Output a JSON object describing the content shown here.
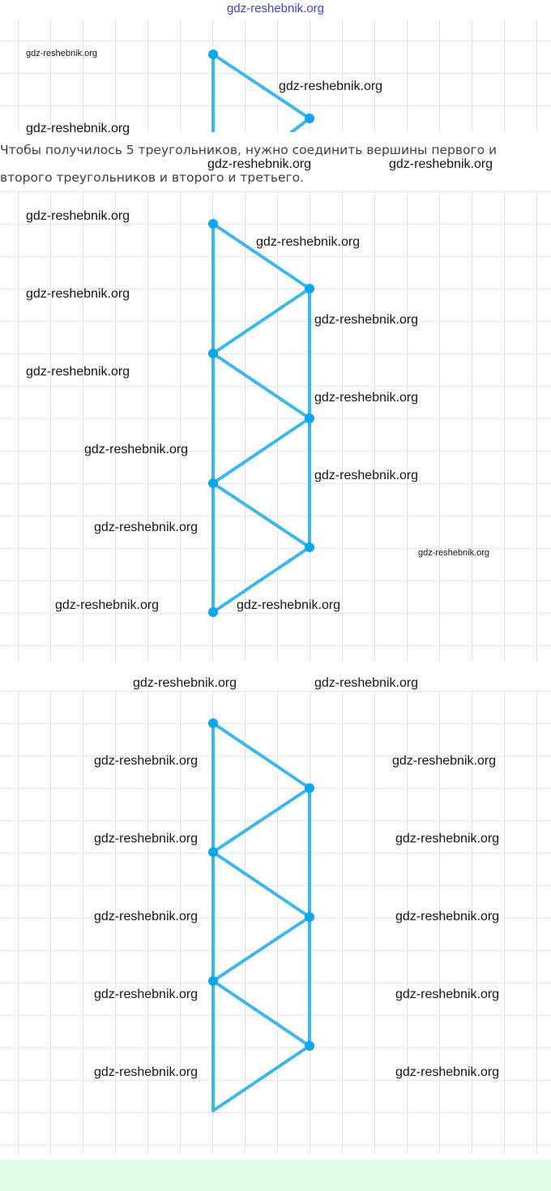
{
  "header": {
    "site": "gdz-reshebnik.org"
  },
  "explanation": {
    "line1": "Чтобы получилось 5 треугольников, нужно соединить вершины первого и",
    "line2": "второго треугольников и второго и третьего."
  },
  "watermark": "gdz-reshebnik.org",
  "colors": {
    "line": "#3fb6ea",
    "point": "#0aa6ee",
    "grid": "#e3e3e3",
    "footer": "#dffbe9"
  },
  "figures": [
    {
      "name": "initial-figure-fragment",
      "points": 2
    },
    {
      "name": "five-triangle-figure",
      "points": 7
    },
    {
      "name": "strip-figure",
      "points": 6
    }
  ]
}
